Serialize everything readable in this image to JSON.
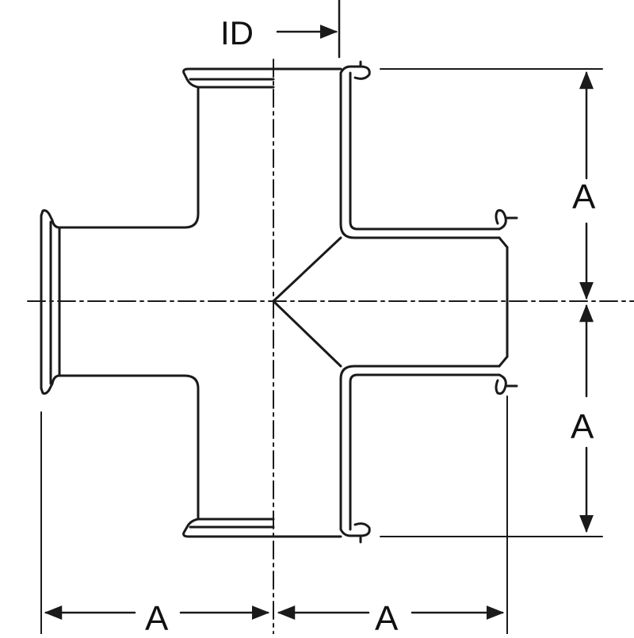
{
  "diagram": {
    "labels": {
      "id": "ID",
      "dim_right_upper": "A",
      "dim_right_lower": "A",
      "dim_bottom_left": "A",
      "dim_bottom_right": "A"
    },
    "colors": {
      "stroke": "#1a1a1a",
      "background": "#ffffff"
    }
  }
}
